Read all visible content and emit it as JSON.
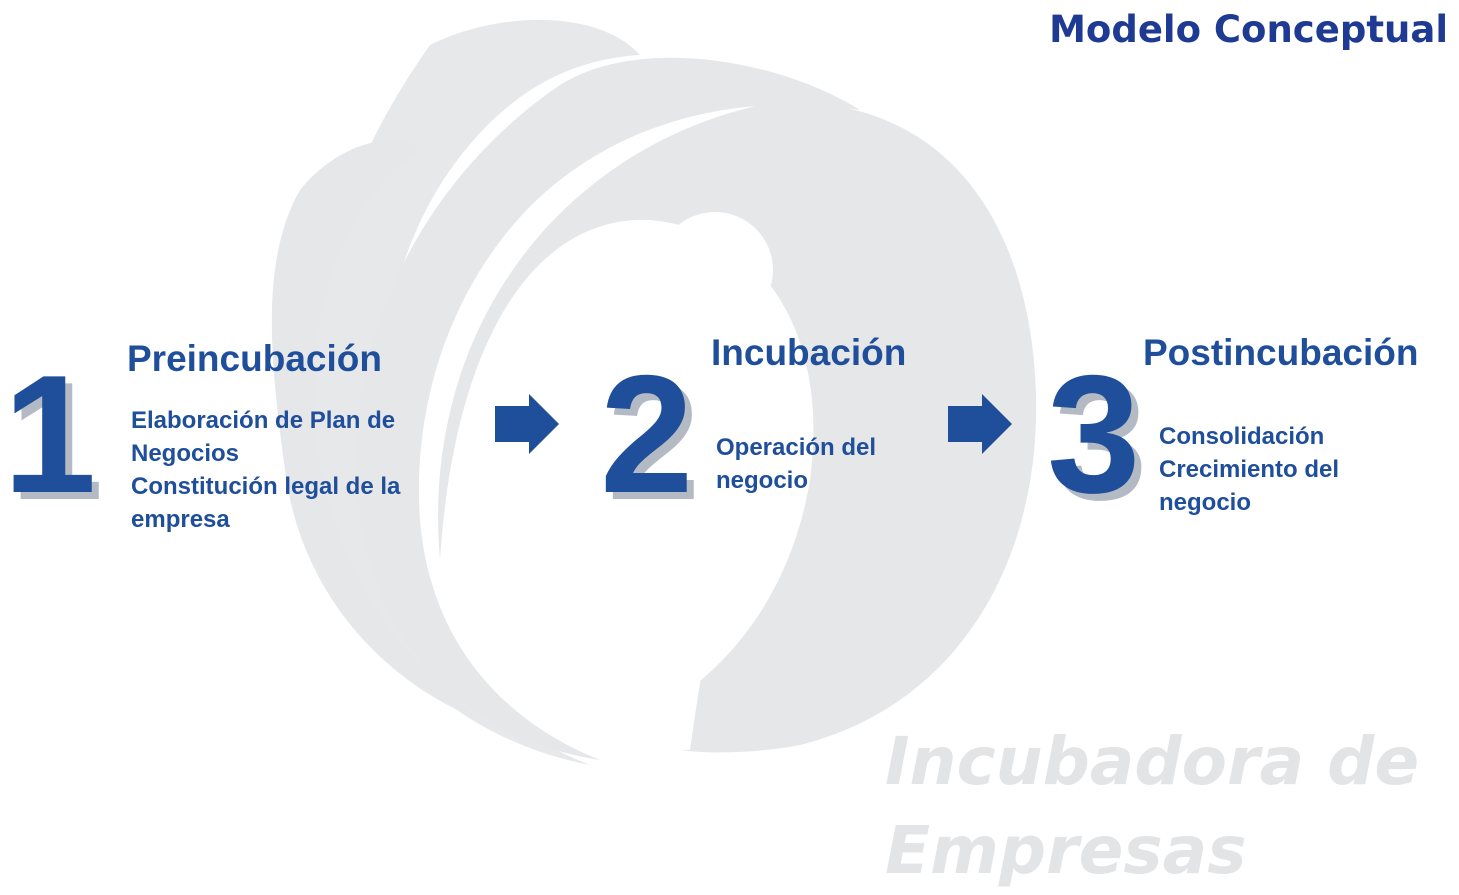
{
  "title": "Modelo Conceptual",
  "watermark": {
    "lines": [
      "Incubadora de",
      "Empresas"
    ]
  },
  "colors": {
    "primary": "#1f4e9a",
    "title": "#1f3a93",
    "shadow": "#b4bac3",
    "watermark": "#e3e4e6"
  },
  "stages": [
    {
      "number": "1",
      "title": "Preincubación",
      "lines": [
        "Elaboración de Plan de",
        "Negocios",
        "Constitución legal de la",
        "empresa"
      ]
    },
    {
      "number": "2",
      "title": "Incubación",
      "lines": [
        "Operación del",
        "negocio"
      ]
    },
    {
      "number": "3",
      "title": "Postincubación",
      "lines": [
        "Consolidación",
        "Crecimiento del",
        "negocio"
      ]
    }
  ],
  "connectors": [
    "right-arrow-icon",
    "right-arrow-icon"
  ]
}
